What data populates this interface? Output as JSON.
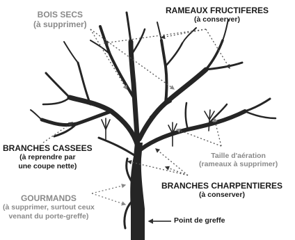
{
  "diagram": {
    "labels": {
      "bois_secs": {
        "title": "BOIS SECS",
        "note": "(à supprimer)"
      },
      "rameaux_fructiferes": {
        "title": "RAMEAUX FRUCTIFERES",
        "note": "(à conserver)"
      },
      "branches_cassees": {
        "title": "BRANCHES CASSEES",
        "note_line1": "(à reprendre par",
        "note_line2": "une coupe nette)"
      },
      "taille_aeration": {
        "title": "Taille d'aération",
        "note": "(rameaux à supprimer)"
      },
      "branches_charpentieres": {
        "title": "BRANCHES CHARPENTIERES",
        "note": "(à conserver)"
      },
      "gourmands": {
        "title": "GOURMANDS",
        "note_line1": "(à supprimer, surtout ceux",
        "note_line2": "venant du porte-greffe)"
      },
      "point_de_greffe": {
        "title": "Point de greffe"
      }
    },
    "colors": {
      "tree": "#252525",
      "dark_text": "#1a1a1a",
      "grey_text": "#8a8a8a",
      "dotted_line": "#555555"
    }
  }
}
